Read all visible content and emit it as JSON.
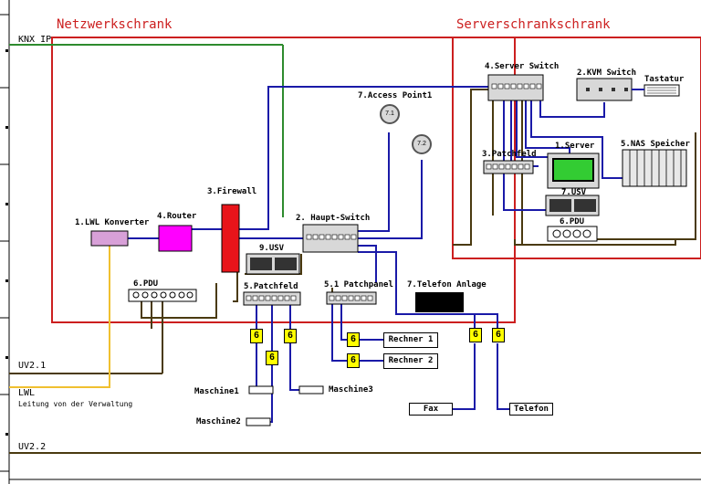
{
  "titles": {
    "netzwerkschrank": "Netzwerkschrank",
    "serverschrank": "Serverschrankschrank"
  },
  "lines": {
    "knx_ip": "KNX IP",
    "uv21": "UV2.1",
    "lwl": "LWL",
    "lwl_sub": "Leitung von der Verwaltung",
    "uv22": "UV2.2"
  },
  "devices": {
    "lwl_konverter": "1.LWL Konverter",
    "router": "4.Router",
    "firewall": "3.Firewall",
    "haupt_switch": "2. Haupt-Switch",
    "usv_net": "9.USV",
    "pdu_net": "6.PDU",
    "patchfeld_net": "5.Patchfeld",
    "patchpanel": "5.1 Patchpanel",
    "telefon_anlage": "7.Telefon Anlage",
    "access_point_title": "7.Access Point1",
    "ap1": "7.1",
    "ap2": "7.2",
    "server_switch": "4.Server Switch",
    "kvm_switch": "2.KVM Switch",
    "tastatur": "Tastatur",
    "patchfeld_srv": "3.Patchfeld",
    "server": "1.Server",
    "nas": "5.NAS Speicher",
    "usv_srv": "7.USV",
    "pdu_srv": "6.PDU"
  },
  "endpoints": {
    "rechner1": "Rechner 1",
    "rechner2": "Rechner 2",
    "maschine1": "Maschine1",
    "maschine2": "Maschine2",
    "maschine3": "Maschine3",
    "fax": "Fax",
    "telefon": "Telefon"
  },
  "socket_label": "6",
  "colors": {
    "cabinet": "#cc1f1f",
    "network_cable": "#1a1aa8",
    "power_cable": "#4a3a10",
    "knx": "#2e8b2e",
    "fiber": "#f0c030",
    "firewall": "#e8141a",
    "router": "#ff00ff",
    "converter": "#d8a0d8",
    "server_screen": "#33cc33",
    "socket": "#ffff00"
  }
}
